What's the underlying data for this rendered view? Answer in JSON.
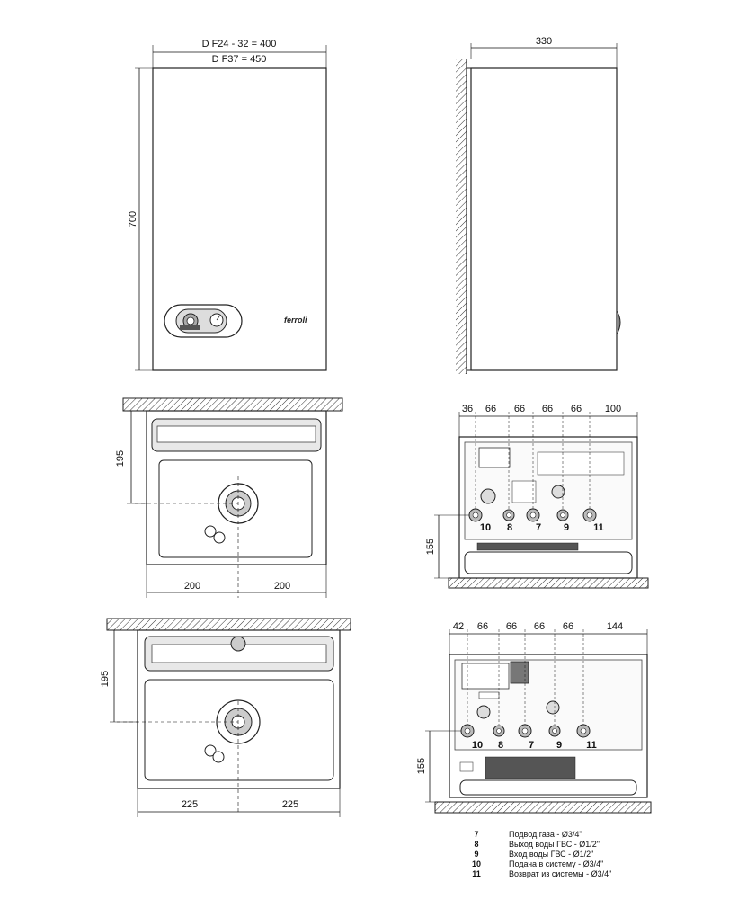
{
  "front_view": {
    "width_label_1": "D F24 - 32 = 400",
    "width_label_2": "D F37 = 450",
    "height_label": "700",
    "brand": "ferroli"
  },
  "side_view": {
    "depth_label": "330"
  },
  "bottom_view_small": {
    "depth_label": "195",
    "half_left": "200",
    "half_right": "200"
  },
  "bottom_view_large": {
    "depth_label": "195",
    "half_left": "225",
    "half_right": "225"
  },
  "connections_small": {
    "spacings": [
      "36",
      "66",
      "66",
      "66",
      "66",
      "100"
    ],
    "height_label": "155",
    "numbers": [
      "10",
      "8",
      "7",
      "9",
      "11"
    ]
  },
  "connections_large": {
    "spacings": [
      "42",
      "66",
      "66",
      "66",
      "66",
      "144"
    ],
    "height_label": "155",
    "numbers": [
      "10",
      "8",
      "7",
      "9",
      "11"
    ]
  },
  "legend": [
    {
      "number": "7",
      "text": "Подвод газа - Ø3/4\""
    },
    {
      "number": "8",
      "text": "Выход воды ГВС - Ø1/2\""
    },
    {
      "number": "9",
      "text": "Вход воды ГВС - Ø1/2\""
    },
    {
      "number": "10",
      "text": "Подача в систему - Ø3/4\""
    },
    {
      "number": "11",
      "text": "Возврат из системы - Ø3/4\""
    }
  ]
}
